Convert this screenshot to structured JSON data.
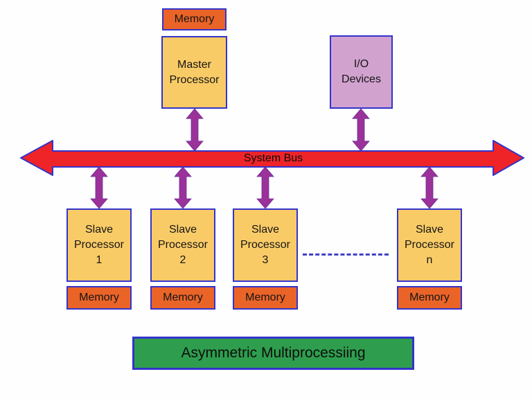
{
  "diagram": {
    "title": "Asymmetric Multiprocessiing",
    "bus_label": "System Bus",
    "master": {
      "memory_label": "Memory",
      "line1": "Master",
      "line2": "Processor"
    },
    "io": {
      "line1": "I/O",
      "line2": "Devices"
    },
    "slaves": [
      {
        "line1": "Slave",
        "line2": "Processor",
        "line3": "1",
        "memory_label": "Memory"
      },
      {
        "line1": "Slave",
        "line2": "Processor",
        "line3": "2",
        "memory_label": "Memory"
      },
      {
        "line1": "Slave",
        "line2": "Processor",
        "line3": "3",
        "memory_label": "Memory"
      },
      {
        "line1": "Slave",
        "line2": "Processor",
        "line3": "n",
        "memory_label": "Memory"
      }
    ],
    "colors": {
      "memory_fill": "#ea6428",
      "processor_fill": "#f9cb67",
      "io_fill": "#d2a2cf",
      "arrow_purple": "#9b3299",
      "bus_red": "#ee2428",
      "border_blue": "#3333cc",
      "title_green": "#2e9e4e",
      "dash_blue": "#4040c8"
    }
  }
}
